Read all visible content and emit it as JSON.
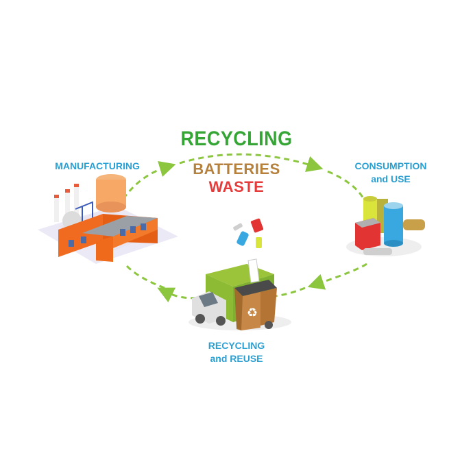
{
  "title": {
    "line1": "RECYCLING",
    "line2": "BATTERIES",
    "line3": "WASTE"
  },
  "stages": {
    "manufacturing": "MANUFACTURING",
    "consumption_line1": "CONSUMPTION",
    "consumption_line2": "and USE",
    "recycling_line1": "RECYCLING",
    "recycling_line2": "and REUSE"
  },
  "colors": {
    "title_green": "#35a535",
    "batteries_brown": "#b5813d",
    "waste_red": "#e63b3b",
    "label_blue": "#2a9fd2",
    "arrow_green": "#8cc63f"
  },
  "icons": [
    "factory-icon",
    "batteries-icon",
    "garbage-truck-icon",
    "recycle-bin-icon",
    "small-batteries-icon"
  ]
}
